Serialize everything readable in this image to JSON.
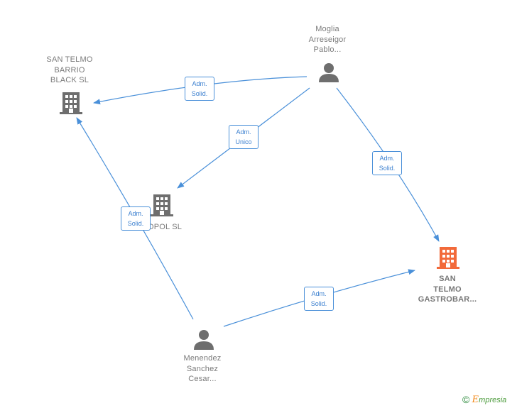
{
  "nodes": {
    "moglia": {
      "label": "Moglia\nArreseigor\nPablo..."
    },
    "san_telmo_barrio": {
      "label": "SAN TELMO\nBARRIO\nBLACK  SL"
    },
    "opol": {
      "label": "OPOL  SL"
    },
    "san_telmo_gastrobar": {
      "label": "SAN\nTELMO\nGASTROBAR..."
    },
    "menendez": {
      "label": "Menendez\nSanchez\nCesar..."
    }
  },
  "edges": {
    "e1": {
      "label": "Adm.\nSolid."
    },
    "e2": {
      "label": "Adm.\nUnico"
    },
    "e3": {
      "label": "Adm.\nSolid."
    },
    "e4": {
      "label": "Adm.\nSolid."
    },
    "e5": {
      "label": "Adm.\nSolid."
    }
  },
  "colors": {
    "edge": "#4a90d9",
    "company": "#6e6e6e",
    "company_highlight": "#f26a3a",
    "person": "#6e6e6e"
  },
  "brand": {
    "copyright": "©",
    "name_initial": "E",
    "name_rest": "mpresia"
  }
}
